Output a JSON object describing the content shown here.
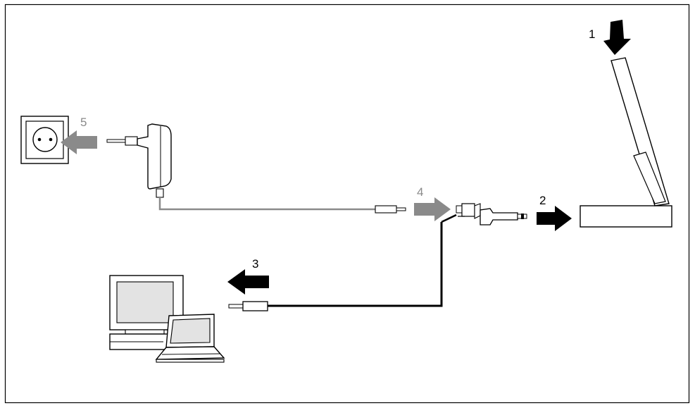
{
  "steps": {
    "step1": "1",
    "step2": "2",
    "step3": "3",
    "step4": "4",
    "step5": "5"
  },
  "colors": {
    "dark": "#000000",
    "grey_arrow": "#8a8a8a",
    "grey_label": "#8a8a8a",
    "cable_grey": "#8a8a8a",
    "screen_fill": "#e3e3e3",
    "socket_fill": "#e6e6e6"
  },
  "icons": {
    "wall_socket": "wall-socket-icon",
    "power_adapter": "power-adapter-icon",
    "desktop_pc": "desktop-computer-icon",
    "notebook": "notebook-icon",
    "cradle": "docking-cradle-icon",
    "handheld": "handheld-device-icon",
    "usb_plug": "usb-plug-icon"
  }
}
